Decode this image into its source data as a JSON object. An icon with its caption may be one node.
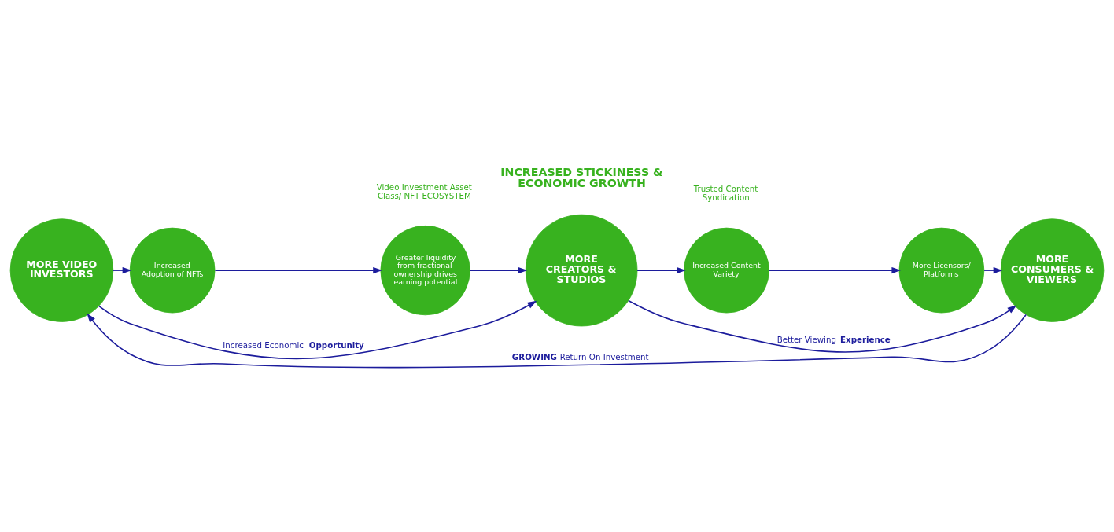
{
  "diagram": {
    "nodes": [
      {
        "text": [
          "MORE VIDEO INVESTORS"
        ]
      },
      {
        "text": [
          "Increased Adoption of NFTs"
        ]
      },
      {
        "text": [
          "Greater liquidity from fractional ownership drives earning potential"
        ]
      },
      {
        "text": [
          "MORE CREATORS & STUDIOS"
        ]
      },
      {
        "text": [
          "Increased Content Variety"
        ]
      },
      {
        "text": [
          "More Licensors/ Platforms"
        ]
      },
      {
        "text": [
          "MORE CONSUMERS & VIEWERS"
        ]
      }
    ],
    "edges": [
      {
        "from": 0,
        "to": 1,
        "arrow": "to"
      },
      {
        "from": 1,
        "to": 2,
        "arrow": "to"
      },
      {
        "from": 2,
        "to": 3,
        "arrow": "to"
      },
      {
        "from": 3,
        "to": 4,
        "arrow": "to"
      },
      {
        "from": 4,
        "to": 5,
        "arrow": "to"
      },
      {
        "from": 5,
        "to": 6,
        "arrow": "to"
      },
      {
        "from": 0,
        "to": 3,
        "arrow": "to",
        "label": "Increased Economic **Opportunity**"
      },
      {
        "from": 3,
        "to": 6,
        "arrow": "to",
        "label": "Better Viewing **Experience**"
      },
      {
        "from": 6,
        "to": 0,
        "arrow": "to",
        "label": "**GROWING** Return On Investment"
      }
    ],
    "labels": [
      "Video Investment Asset Class/ NFT ECOSYSTEM",
      "Trusted Content Syndication",
      "INCREASED STICKINESS & ECONOMIC GROWTH"
    ]
  }
}
